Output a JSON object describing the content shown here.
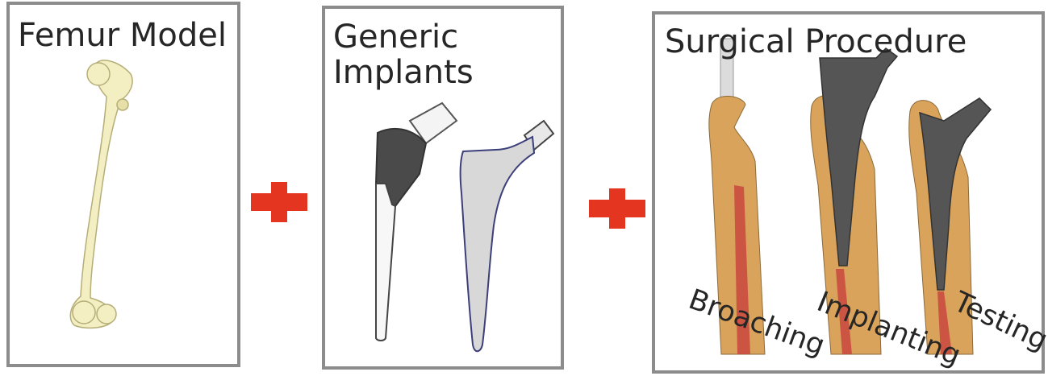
{
  "panels": {
    "femur": {
      "title": "Femur Model"
    },
    "implants": {
      "title": "Generic Implants"
    },
    "surgery": {
      "title": "Surgical Procedure",
      "steps": [
        "Broaching",
        "Implanting",
        "Testing"
      ]
    }
  },
  "colors": {
    "frame": "#8c8c8c",
    "plus": "#e3351f",
    "bone": "#f3efc2",
    "implant_dark": "#4a4a4a",
    "implant_light": "#d8d8d8",
    "bone_mesh": "#d9a35b",
    "canal": "#c8463f"
  },
  "icons": [
    "plus-icon",
    "femur-icon",
    "implant-icon",
    "bone-section-icon"
  ]
}
